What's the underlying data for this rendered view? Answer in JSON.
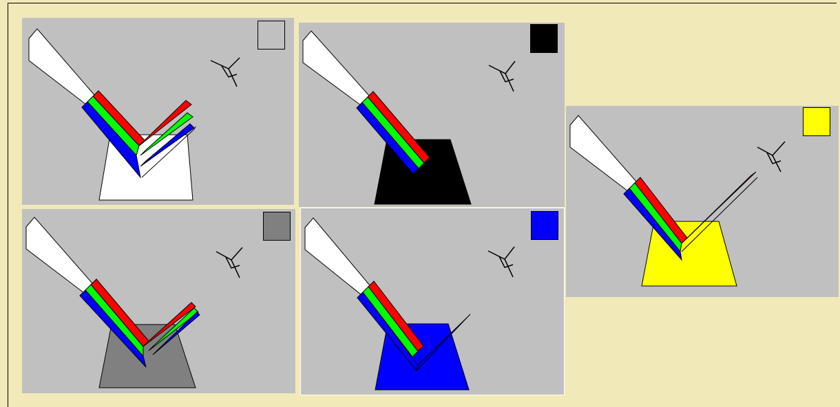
{
  "panels": [
    {
      "id": "white-surface",
      "surface_color": "#ffffff",
      "reflected": [
        "red",
        "green",
        "blue"
      ]
    },
    {
      "id": "black-surface",
      "surface_color": "#000000",
      "reflected": []
    },
    {
      "id": "yellow-surface",
      "surface_color": "#ffff00",
      "reflected": [
        "red",
        "green"
      ]
    },
    {
      "id": "gray-surface",
      "surface_color": "#808080",
      "reflected": [
        "red",
        "green",
        "blue"
      ]
    },
    {
      "id": "blue-surface",
      "surface_color": "#0000ff",
      "reflected": [
        "blue"
      ]
    }
  ],
  "colors": {
    "background": "#f2e9b9",
    "panel": "#c0c0c0",
    "light_beam": "#ffffff",
    "red": "#ff0000",
    "green": "#00ff00",
    "blue": "#0000ff"
  },
  "icons": {
    "observer": "eye-icon",
    "light_source": "white-light-beam",
    "surface": "trapezoid-surface"
  }
}
